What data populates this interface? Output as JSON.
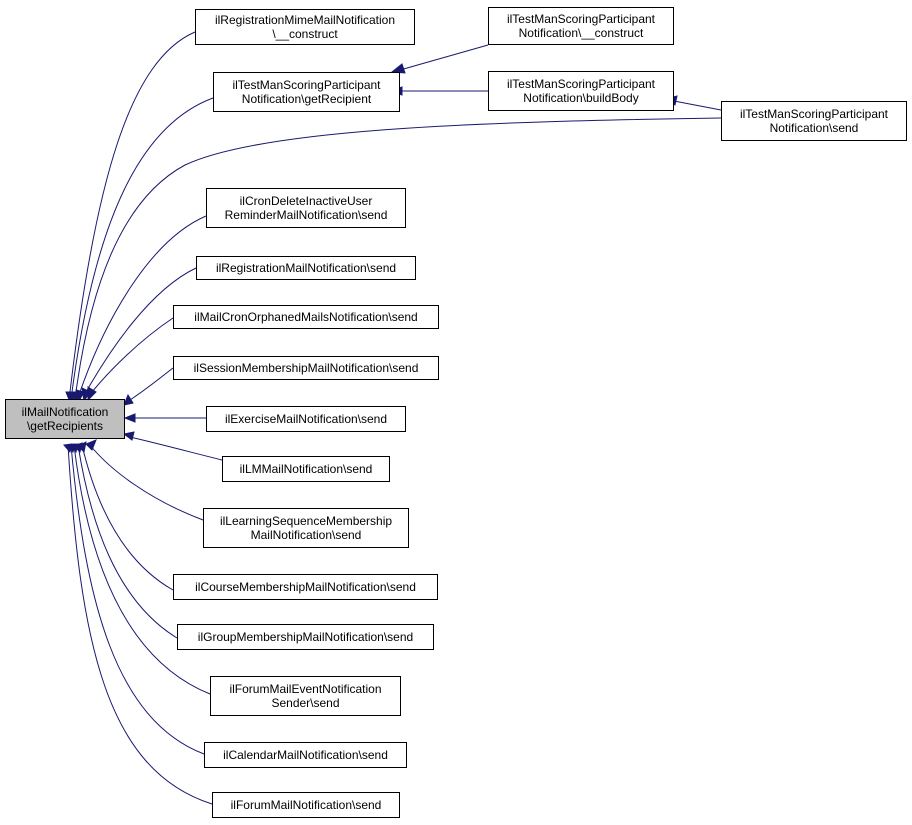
{
  "colors": {
    "edge": "#191970",
    "root_fill": "#bfbfbf",
    "node_fill": "#ffffff",
    "border": "#000000"
  },
  "root": {
    "line1": "ilMailNotification",
    "line2": "\\getRecipients"
  },
  "nodes": {
    "registration_mime_construct": {
      "line1": "ilRegistrationMimeMailNotification",
      "line2": "\\__construct"
    },
    "testman_getrecipient": {
      "line1": "ilTestManScoringParticipant",
      "line2": "Notification\\getRecipient"
    },
    "testman_construct": {
      "line1": "ilTestManScoringParticipant",
      "line2": "Notification\\__construct"
    },
    "testman_buildbody": {
      "line1": "ilTestManScoringParticipant",
      "line2": "Notification\\buildBody"
    },
    "testman_send": {
      "line1": "ilTestManScoringParticipant",
      "line2": "Notification\\send"
    },
    "cron_delete_inactive": {
      "line1": "ilCronDeleteInactiveUser",
      "line2": "ReminderMailNotification\\send"
    },
    "registration_send": {
      "line1": "ilRegistrationMailNotification\\send"
    },
    "cron_orphaned": {
      "line1": "ilMailCronOrphanedMailsNotification\\send"
    },
    "session_membership": {
      "line1": "ilSessionMembershipMailNotification\\send"
    },
    "exercise": {
      "line1": "ilExerciseMailNotification\\send"
    },
    "lm": {
      "line1": "ilLMMailNotification\\send"
    },
    "learning_sequence": {
      "line1": "ilLearningSequenceMembership",
      "line2": "MailNotification\\send"
    },
    "course_membership": {
      "line1": "ilCourseMembershipMailNotification\\send"
    },
    "group_membership": {
      "line1": "ilGroupMembershipMailNotification\\send"
    },
    "forum_event": {
      "line1": "ilForumMailEventNotification",
      "line2": "Sender\\send"
    },
    "calendar": {
      "line1": "ilCalendarMailNotification\\send"
    },
    "forum": {
      "line1": "ilForumMailNotification\\send"
    }
  }
}
